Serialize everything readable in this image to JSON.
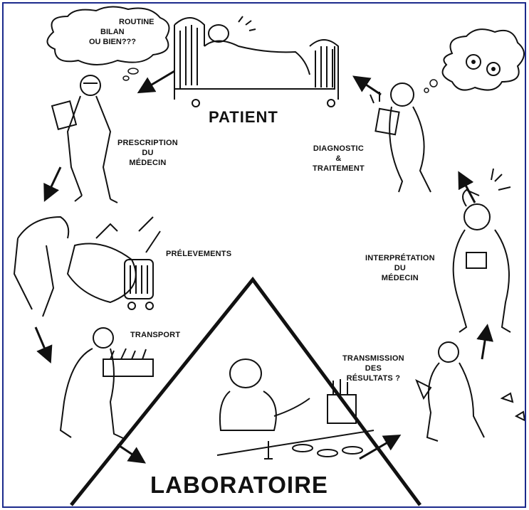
{
  "thought_bubble": {
    "line1": "ROUTINE",
    "line2": "BILAN",
    "line3": "OU BIEN???"
  },
  "labels": {
    "patient": "PATIENT",
    "prescription": {
      "line1": "PRESCRIPTION",
      "line2": "DU",
      "line3": "MÉDECIN"
    },
    "prelevements": "PRÉLEVEMENTS",
    "transport": "TRANSPORT",
    "laboratoire": "LABORATOIRE",
    "transmission": {
      "line1": "TRANSMISSION",
      "line2": "DES",
      "line3": "RÉSULTATS ?"
    },
    "interpretation": {
      "line1": "INTERPRÉTATION",
      "line2": "DU",
      "line3": "MÉDECIN"
    },
    "diagnostic": {
      "line1": "DIAGNOSTIC",
      "line2": "&",
      "line3": "TRAITEMENT"
    }
  },
  "colors": {
    "frame": "#1b2a8c",
    "ink": "#111111"
  }
}
